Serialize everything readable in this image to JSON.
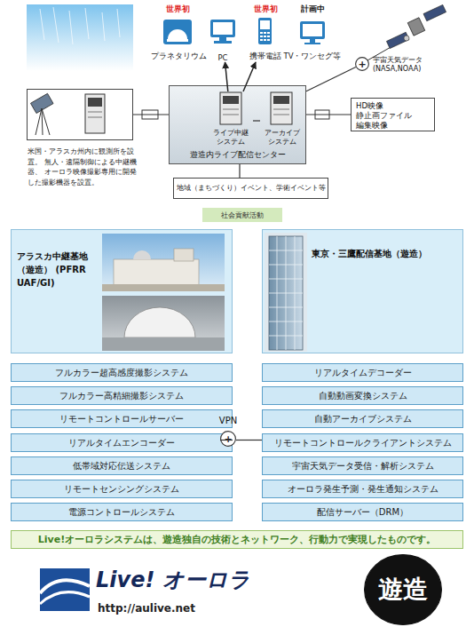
{
  "diagram": {
    "nodes": [
      {
        "text": [
          "プラネタリウム"
        ]
      },
      {
        "text": [
          "PC"
        ]
      },
      {
        "text": [
          "携帯電話"
        ]
      },
      {
        "text": [
          "TV・ワンセグ等"
        ]
      },
      {
        "text": [
          "+"
        ]
      },
      {
        "text": [
          "米国・アラスカ州内に観測所を設置。 無人・遠隔制御による中継機器、 オーロラ映像撮影専用に開発した撮影機器を設置。"
        ]
      },
      {
        "text": [
          "遊造内ライブ配信センター"
        ]
      },
      {
        "text": [
          "ライブ中継 システム"
        ],
        "in": 6
      },
      {
        "text": [
          "アーカイブ システム"
        ],
        "in": 6
      },
      {
        "text": [
          "HD映像 静止画ファイル 編集映像"
        ]
      },
      {
        "text": [
          "地域（まちづくり）イベント、学術イベント等"
        ]
      },
      {
        "text": [
          "社会貢献活動"
        ]
      },
      {
        "text": [
          "アラスカ中継基地 （遊造） (PFRR UAF/GI)"
        ]
      },
      {
        "text": [
          "フルカラー超高感度撮影システム"
        ]
      },
      {
        "text": [
          "フルカラー高精細撮影システム"
        ]
      },
      {
        "text": [
          "リモートコントロールサーバー"
        ]
      },
      {
        "text": [
          "リアルタイムエンコーダー"
        ]
      },
      {
        "text": [
          "低帯域対応伝送システム"
        ]
      },
      {
        "text": [
          "リモートセンシングシステム"
        ]
      },
      {
        "text": [
          "電源コントロールシステム"
        ]
      },
      {
        "text": [
          "東京・三鷹配信基地（遊造）"
        ]
      },
      {
        "text": [
          "リアルタイムデコーダー"
        ]
      },
      {
        "text": [
          "自動動画変換システム"
        ]
      },
      {
        "text": [
          "自動アーカイブシステム"
        ]
      },
      {
        "text": [
          "リモートコントロールクライアントシステム"
        ]
      },
      {
        "text": [
          "宇宙天気データ受信・解析システム"
        ]
      },
      {
        "text": [
          "オーロラ発生予測・発生通知システム"
        ]
      },
      {
        "text": [
          "配信サーバー（DRM）"
        ]
      },
      {
        "text": [
          "+"
        ]
      },
      {
        "text": [
          "Live!オーロラシステムは、遊造独自の技術とネットワーク、行動力で実現したものです。"
        ]
      },
      {
        "text": [
          "遊造"
        ]
      }
    ],
    "edges": [
      {
        "from": 7,
        "to": 1,
        "arrow": "to"
      },
      {
        "from": 7,
        "to": 2,
        "arrow": "to"
      },
      {
        "from": 4,
        "to": 6,
        "arrow": "none"
      },
      {
        "from": 5,
        "to": 6,
        "arrow": "none"
      },
      {
        "from": 7,
        "to": 8,
        "arrow": "none"
      },
      {
        "from": 6,
        "to": 9,
        "arrow": "none"
      },
      {
        "from": 6,
        "to": 10,
        "arrow": "none"
      },
      {
        "from": 16,
        "to": 28,
        "arrow": "none"
      },
      {
        "from": 28,
        "to": 24,
        "arrow": "none"
      }
    ],
    "labels": [
      "世界初",
      "世界初",
      "計画中",
      "宇宙天気データ (NASA,NOAA)",
      "VPN",
      "Live! オーロラ",
      "http://aulive.net"
    ]
  }
}
